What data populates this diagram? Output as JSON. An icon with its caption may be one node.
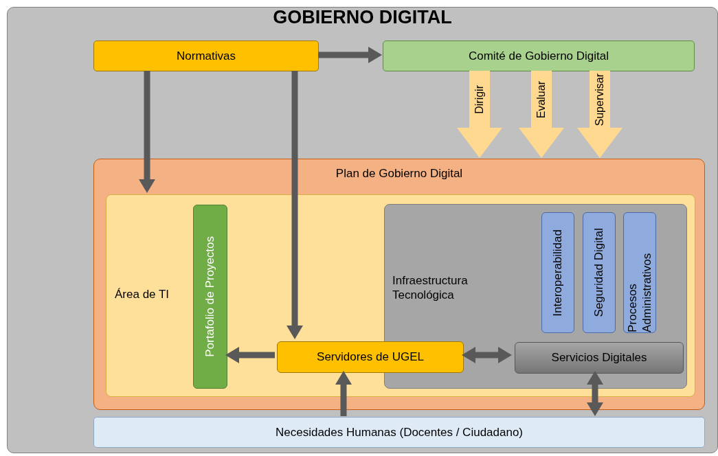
{
  "diagram": {
    "nodes": [
      {
        "text": [
          "GOBIERNO DIGITAL"
        ]
      },
      {
        "text": [
          "Normativas"
        ],
        "in": 0
      },
      {
        "text": [
          "Comité de Gobierno Digital"
        ],
        "in": 0
      },
      {
        "text": [
          "Plan de Gobierno Digital"
        ],
        "in": 0
      },
      {
        "text": [
          "Área de TI"
        ],
        "in": 3
      },
      {
        "text": [
          "Portafolio de Proyectos"
        ],
        "in": 4
      },
      {
        "text": [
          "Servidores de UGEL"
        ],
        "in": 4
      },
      {
        "text": [
          "Infraestructura Tecnológica"
        ],
        "in": 4
      },
      {
        "text": [
          "Interoperabilidad"
        ],
        "in": 7
      },
      {
        "text": [
          "Seguridad Digital"
        ],
        "in": 7
      },
      {
        "text": [
          "Procesos Administrativos"
        ],
        "in": 7
      },
      {
        "text": [
          "Servicios Digitales"
        ],
        "in": 7
      },
      {
        "text": [
          "Necesidades Humanas (Docentes / Ciudadano)"
        ],
        "in": 0
      }
    ],
    "edges": [
      {
        "from": 1,
        "to": 2,
        "arrow": "to"
      },
      {
        "from": 2,
        "to": 3,
        "arrow": "to",
        "label": "Dirigir",
        "style": "thick",
        "color": "#ffd98f"
      },
      {
        "from": 2,
        "to": 3,
        "arrow": "to",
        "label": "Evaluar",
        "style": "thick",
        "color": "#ffd98f"
      },
      {
        "from": 2,
        "to": 3,
        "arrow": "to",
        "label": "Supervisar",
        "style": "thick",
        "color": "#ffd98f"
      },
      {
        "from": 1,
        "to": 4,
        "arrow": "to"
      },
      {
        "from": 1,
        "to": 6,
        "arrow": "to"
      },
      {
        "from": 6,
        "to": 5,
        "arrow": "to"
      },
      {
        "from": 6,
        "to": 11,
        "arrow": "both"
      },
      {
        "from": 12,
        "to": 6,
        "arrow": "to"
      },
      {
        "from": 11,
        "to": 12,
        "arrow": "both"
      }
    ]
  }
}
